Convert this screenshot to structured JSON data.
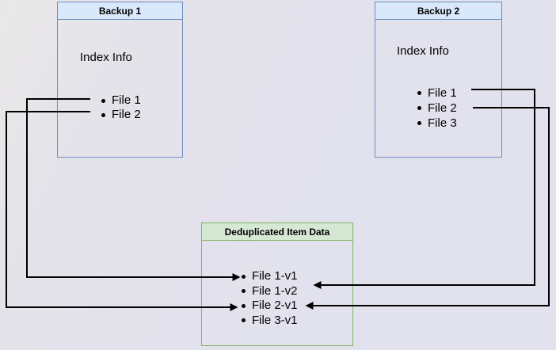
{
  "diagram": {
    "backup1": {
      "title": "Backup 1",
      "index_label": "Index Info",
      "files": [
        "File 1",
        "File 2"
      ]
    },
    "backup2": {
      "title": "Backup 2",
      "index_label": "Index Info",
      "files": [
        "File 1",
        "File 2",
        "File 3"
      ]
    },
    "dedup": {
      "title": "Deduplicated Item Data",
      "items": [
        "File 1-v1",
        "File 1-v2",
        "File 2-v1",
        "File 3-v1"
      ]
    },
    "connections": [
      {
        "from": "Backup 1 / File 1",
        "to": "File 1-v1"
      },
      {
        "from": "Backup 1 / File 2",
        "to": "File 2-v1"
      },
      {
        "from": "Backup 2 / File 1",
        "to": "File 1-v2"
      },
      {
        "from": "Backup 2 / File 2",
        "to": "File 2-v1"
      }
    ],
    "colors": {
      "background_start": "#eae8e7",
      "background_mid": "#e4e3ea",
      "background_end": "#e2e2ee",
      "blue_border": "#6c8ebf",
      "blue_header_fill": "#dae8fc",
      "green_border": "#82b366",
      "green_header_fill": "#d5e8d4",
      "line": "#000000",
      "text": "#000000"
    }
  }
}
